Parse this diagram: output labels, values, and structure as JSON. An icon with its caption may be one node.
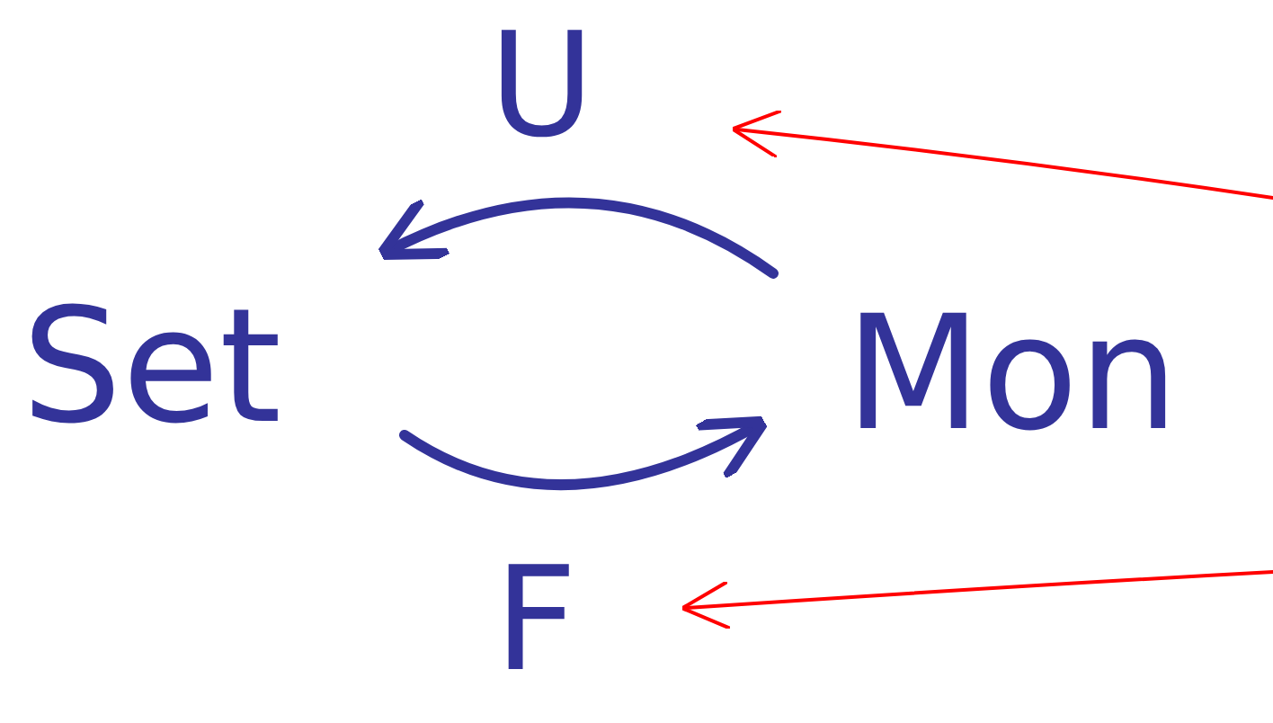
{
  "diagram": {
    "nodes": [
      {
        "text": [
          "U"
        ]
      },
      {
        "text": [
          "Set"
        ]
      },
      {
        "text": [
          "Mon"
        ]
      },
      {
        "text": [
          "F"
        ]
      }
    ],
    "edges": [
      {
        "from": 2,
        "to": 1,
        "arrow": "to",
        "style": "thick",
        "color": "#333399"
      },
      {
        "from": 1,
        "to": 2,
        "arrow": "to",
        "style": "thick",
        "color": "#333399"
      },
      {
        "from": null,
        "to": 0,
        "arrow": "to",
        "color": "#ff0000"
      },
      {
        "from": null,
        "to": 3,
        "arrow": "to",
        "color": "#ff0000"
      }
    ]
  }
}
